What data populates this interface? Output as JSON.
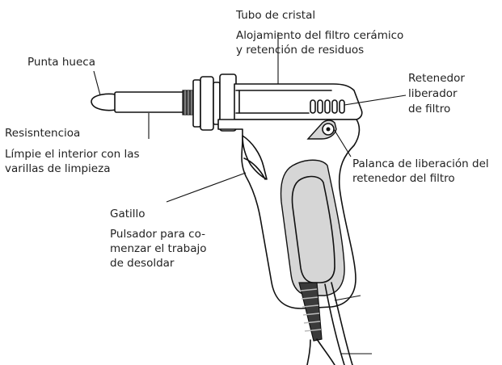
{
  "labels": {
    "tubo": "Tubo de cristal",
    "alojamiento_1": "Alojamiento del filtro cerámico",
    "alojamiento_2": "y retención de residuos",
    "punta": "Punta hueca",
    "retenedor_1": "Retenedor",
    "retenedor_2": "liberador",
    "retenedor_3": "de filtro",
    "resistencia": "Resisntencioa",
    "limpie_1": "Límpie el interior con las",
    "limpie_2": "varillas de limpieza",
    "palanca_1": "Palanca de liberación del",
    "palanca_2": "retenedor del filtro",
    "gatillo": "Gatillo",
    "pulsador_1": "Pulsador para co-",
    "pulsador_2": "menzar el trabajo",
    "pulsador_3": "de desoldar"
  },
  "colors": {
    "line": "#111111",
    "grip_fill": "#d6d6d6",
    "cable_dark": "#3a3a3a"
  }
}
